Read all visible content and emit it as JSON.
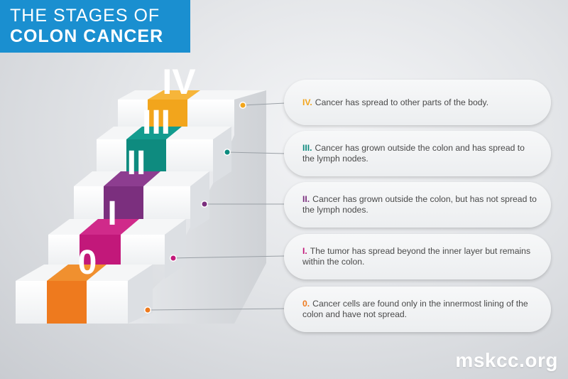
{
  "title": {
    "line1": "THE STAGES OF",
    "line2": "COLON CANCER"
  },
  "stages": [
    {
      "numeral": "IV",
      "num": "IV.",
      "text": "Cancer has spread to other parts of the body.",
      "color": "#f2a51c"
    },
    {
      "numeral": "III",
      "num": "III.",
      "text": "Cancer has grown outside the colon and has spread to the lymph nodes.",
      "color": "#0e8b7f"
    },
    {
      "numeral": "II",
      "num": "II.",
      "text": "Cancer has grown outside the colon, but has not spread to the lymph nodes.",
      "color": "#7b2f7e"
    },
    {
      "numeral": "I",
      "num": "I.",
      "text": "The tumor has spread beyond the inner layer but remains within the colon.",
      "color": "#c2187a"
    },
    {
      "numeral": "0",
      "num": "0.",
      "text": "Cancer cells are found only in the innermost lining of the colon and have not spread.",
      "color": "#ee7a1e"
    }
  ],
  "footer": "mskcc.org"
}
